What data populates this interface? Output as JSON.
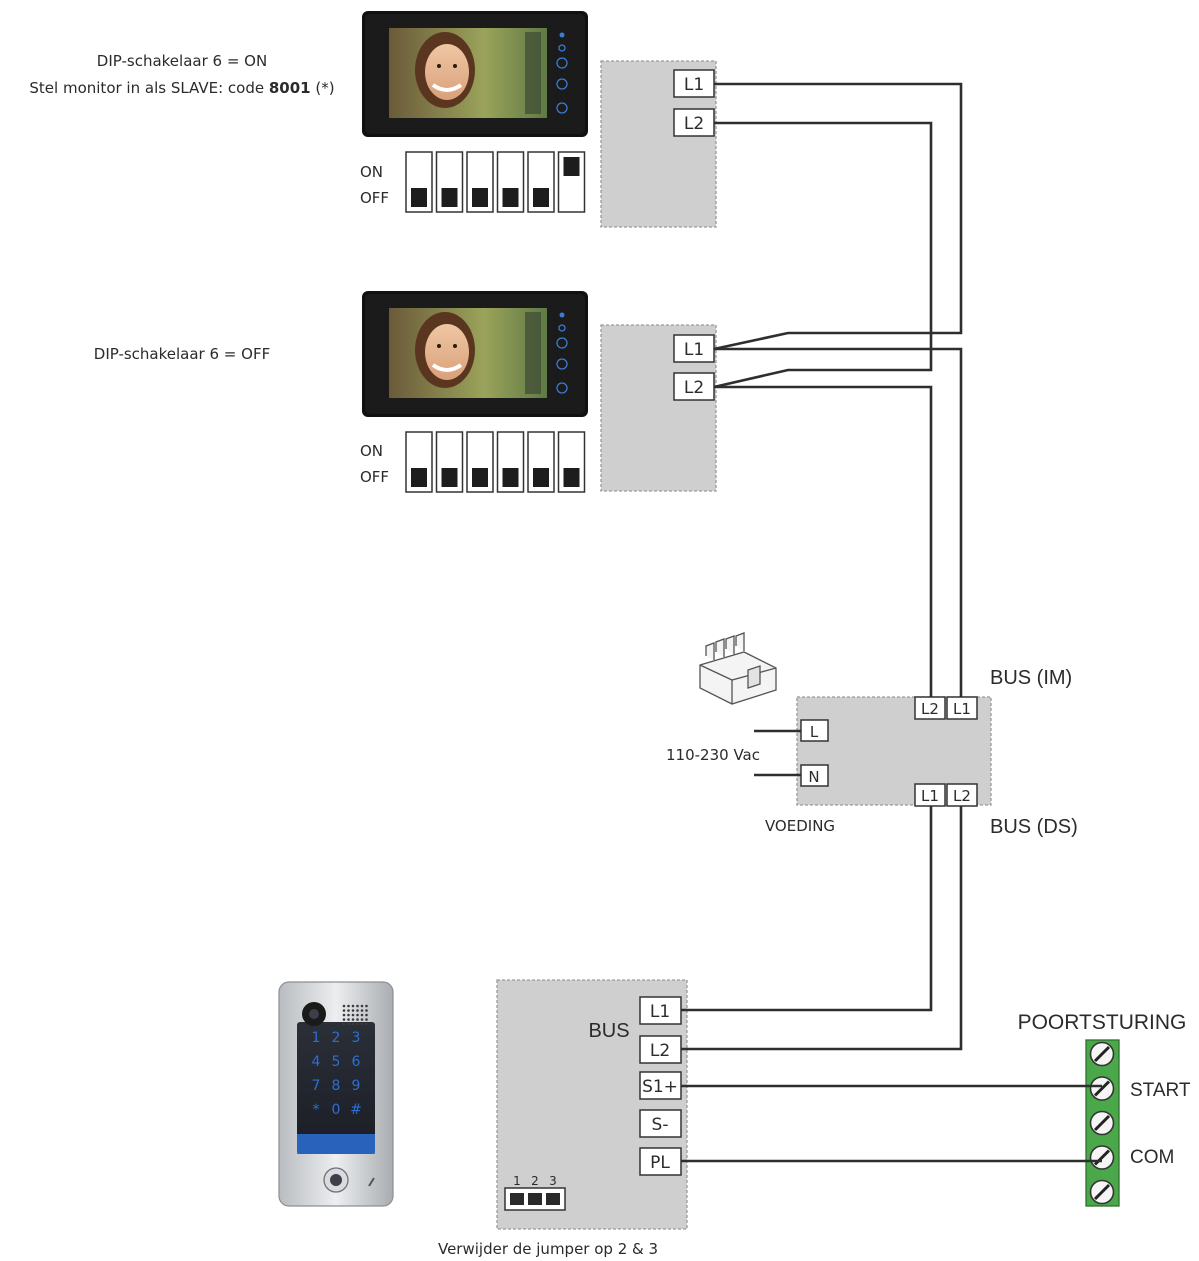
{
  "monitor1": {
    "note_line1": "DIP-schakelaar 6 = ON",
    "note_line2_prefix": "Stel monitor in als SLAVE: code ",
    "note_line2_code": "8001",
    "note_line2_suffix": " (*)",
    "dip_on_label": "ON",
    "dip_off_label": "OFF",
    "dip_switches": [
      "OFF",
      "OFF",
      "OFF",
      "OFF",
      "OFF",
      "ON"
    ],
    "terminal_l1": "L1",
    "terminal_l2": "L2"
  },
  "monitor2": {
    "note": "DIP-schakelaar 6 = OFF",
    "dip_on_label": "ON",
    "dip_off_label": "OFF",
    "dip_switches": [
      "OFF",
      "OFF",
      "OFF",
      "OFF",
      "OFF",
      "OFF"
    ],
    "terminal_l1": "L1",
    "terminal_l2": "L2"
  },
  "power_supply": {
    "name": "VOEDING",
    "voltage": "110-230 Vac",
    "terminal_l": "L",
    "terminal_n": "N",
    "bus_im_label": "BUS (IM)",
    "bus_im_terminals": [
      "L2",
      "L1"
    ],
    "bus_ds_label": "BUS (DS)",
    "bus_ds_terminals": [
      "L1",
      "L2"
    ]
  },
  "door_station": {
    "bus_label": "BUS",
    "terminals": [
      "L1",
      "L2",
      "S1+",
      "S-",
      "PL"
    ],
    "jumper_numbers": [
      "1",
      "2",
      "3"
    ],
    "jumper_note": "Verwijder de jumper op 2 & 3",
    "keypad_keys": [
      "1",
      "2",
      "3",
      "4",
      "5",
      "6",
      "7",
      "8",
      "9",
      "*",
      "0",
      "#"
    ]
  },
  "gate_control": {
    "title": "POORTSTURING",
    "start_label": "START",
    "com_label": "COM"
  },
  "colors": {
    "panel": "#cfcfcf",
    "wire": "#2e2e2e",
    "terminal_green": "#4aa84a",
    "keypad_blue": "#2b6fd6"
  }
}
